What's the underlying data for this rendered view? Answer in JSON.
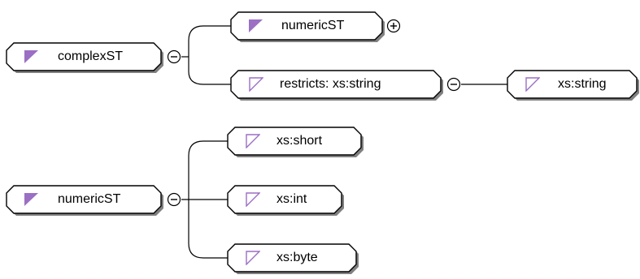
{
  "colors": {
    "node_fill": "#ffffff",
    "node_border": "#000000",
    "node_shadow": "#808080",
    "icon_complex": "#9b6fc4",
    "icon_simple_outline": "#9b6fc4",
    "line": "#000000"
  },
  "diagrams": [
    {
      "root": {
        "label": "complexST",
        "icon": "complex-type-icon",
        "toggle": "collapse"
      },
      "children": [
        {
          "label": "numericST",
          "icon": "complex-type-icon",
          "toggle": "expand"
        },
        {
          "label": "restricts: xs:string",
          "icon": "simple-type-icon",
          "toggle": "collapse",
          "children": [
            {
              "label": "xs:string",
              "icon": "simple-type-icon"
            }
          ]
        }
      ]
    },
    {
      "root": {
        "label": "numericST",
        "icon": "complex-type-icon",
        "toggle": "collapse"
      },
      "children": [
        {
          "label": "xs:short",
          "icon": "simple-type-icon"
        },
        {
          "label": "xs:int",
          "icon": "simple-type-icon"
        },
        {
          "label": "xs:byte",
          "icon": "simple-type-icon"
        }
      ]
    }
  ]
}
